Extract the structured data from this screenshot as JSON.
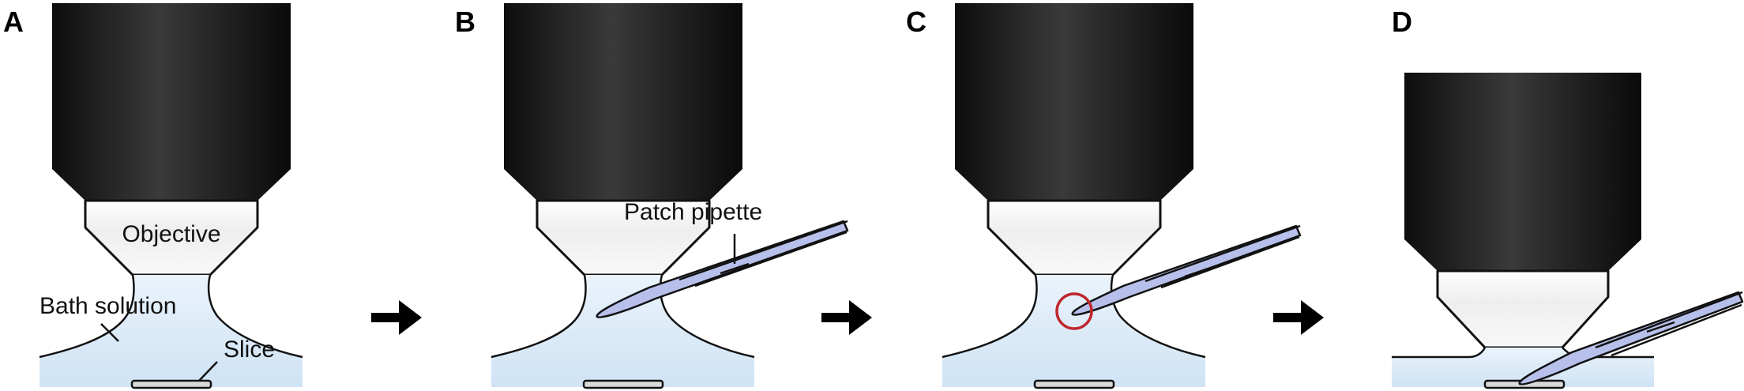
{
  "panels": [
    {
      "letter": "A"
    },
    {
      "letter": "B"
    },
    {
      "letter": "C"
    },
    {
      "letter": "D"
    }
  ],
  "labels": {
    "objective": "Objective",
    "bath_solution": "Bath solution",
    "slice": "Slice",
    "patch_pipette": "Patch pipette"
  },
  "icons": {
    "step_arrow": "right-arrow-icon",
    "target_marker": "red-circle-icon"
  },
  "colors": {
    "objective_body": "#1a1a1a",
    "objective_lens": "#e8e8e8",
    "bath": "#d6e8f7",
    "pipette_fill": "#b7c0ea",
    "target_circle": "#c0262d"
  }
}
